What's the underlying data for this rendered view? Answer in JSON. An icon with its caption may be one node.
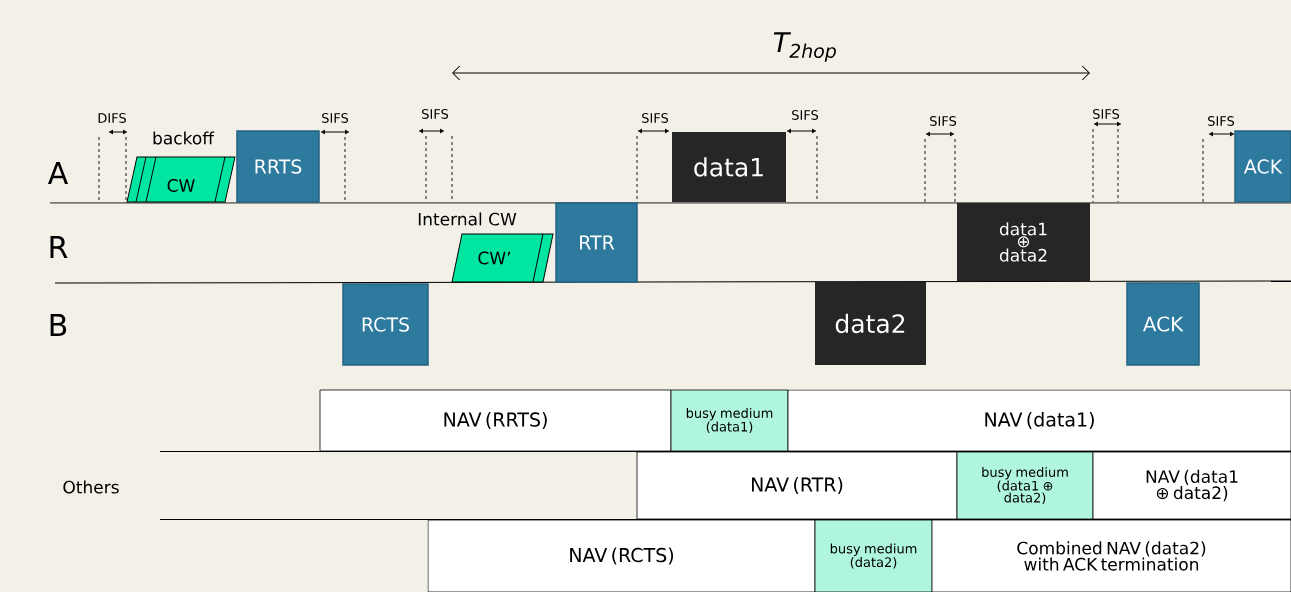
{
  "diagram": {
    "nodes": [
      {
        "text": [
          "CW"
        ],
        "beside": [
          "backoff"
        ]
      },
      {
        "text": [
          "RRTS"
        ]
      },
      {
        "text": [
          "data1"
        ]
      },
      {
        "text": [
          "ACK"
        ]
      },
      {
        "text": [
          "CW’"
        ],
        "beside": [
          "Internal CW"
        ]
      },
      {
        "text": [
          "RTR"
        ]
      },
      {
        "text": [
          "data1 ⊕ data2"
        ]
      },
      {
        "text": [
          "RCTS"
        ]
      },
      {
        "text": [
          "data2"
        ]
      },
      {
        "text": [
          "ACK"
        ]
      },
      {
        "text": [
          "NAV (RRTS)"
        ]
      },
      {
        "text": [
          "busy medium (data1)"
        ]
      },
      {
        "text": [
          "NAV (data1)"
        ]
      },
      {
        "text": [
          "NAV (RTR)"
        ]
      },
      {
        "text": [
          "busy medium (data1 ⊕ data2)"
        ]
      },
      {
        "text": [
          "NAV (data1 ⊕ data2)"
        ]
      },
      {
        "text": [
          "NAV (RCTS)"
        ]
      },
      {
        "text": [
          "busy medium (data2)"
        ]
      },
      {
        "text": [
          "Combined NAV (data2) with ACK termination"
        ]
      }
    ],
    "labels": [
      "T$_{2hop}$",
      "A",
      "R",
      "B",
      "Others",
      "DIFS",
      "SIFS",
      "SIFS",
      "SIFS",
      "SIFS",
      "SIFS",
      "SIFS",
      "SIFS"
    ]
  }
}
